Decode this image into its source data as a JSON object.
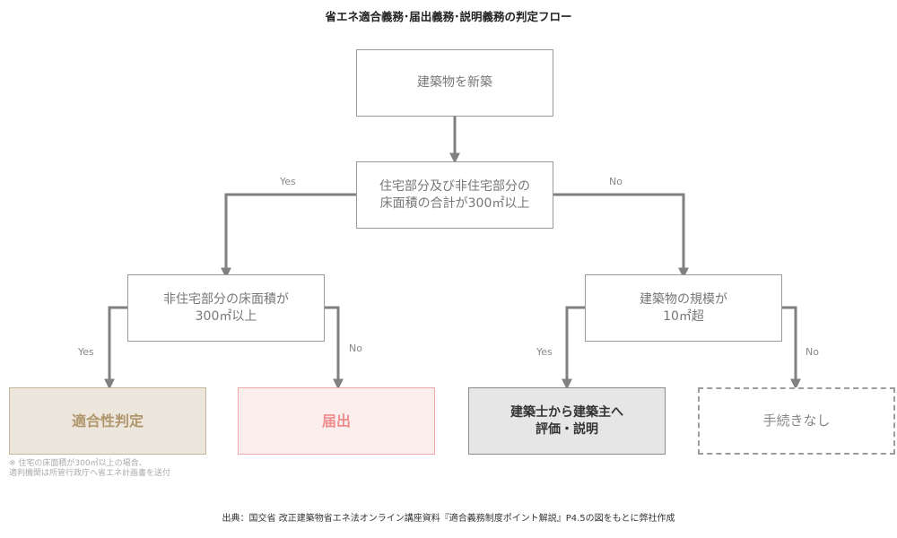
{
  "title": "省エネ適合義務･届出義務･説明義務の判定フロー",
  "nodes": {
    "start": "建築物を新築",
    "q1": "住宅部分及び非住宅部分の\n床面積の合計が300㎡以上",
    "q2": "非住宅部分の床面積が\n300㎡以上",
    "q3": "建築物の規模が\n10㎡超",
    "r1": "適合性判定",
    "r2": "届出",
    "r3": "建築士から建築主へ\n評価・説明",
    "r4": "手続きなし"
  },
  "labels": {
    "q1_yes": "Yes",
    "q1_no": "No",
    "q2_yes": "Yes",
    "q2_no": "No",
    "q3_yes": "Yes",
    "q3_no": "No"
  },
  "note": "※ 住宅の床面積が300㎡以上の場合、\n適判機関は所管行政庁へ省エネ計画書を送付",
  "source": "出典：国交省 改正建築物省エネ法オンライン講座資料『適合義務制度ポイント解説』P4.5の図をもとに弊社作成",
  "colors": {
    "connector": "#808080",
    "fit_fill": "#ece6dc",
    "fit_border": "#c4b59c",
    "fit_text": "#b0966c",
    "notify_fill": "#fdeeee",
    "notify_border": "#f2a8a8",
    "notify_text": "#ee8c8c",
    "explain_fill": "#e6e6e6",
    "explain_border": "#8c8c8c",
    "explain_text": "#333333",
    "none_border": "#9c9c9c"
  }
}
